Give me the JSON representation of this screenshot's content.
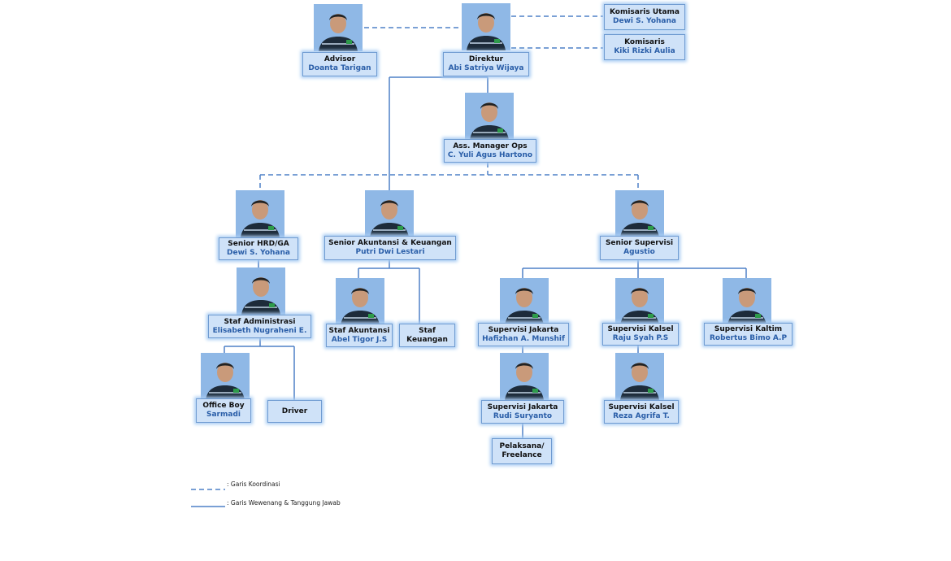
{
  "colors": {
    "line": "#4f81c7",
    "box_fill": "#cfe2f8",
    "box_glow": "#a9cdf3",
    "name_text": "#2a5ea8",
    "photo_bg": "#8fb8e6"
  },
  "nodes": {
    "advisor": {
      "title": "Advisor",
      "name": "Doanta Tarigan"
    },
    "direktur": {
      "title": "Direktur",
      "name": "Abi Satriya Wijaya"
    },
    "komisaris_utama": {
      "title": "Komisaris Utama",
      "name": "Dewi S. Yohana"
    },
    "komisaris": {
      "title": "Komisaris",
      "name": "Kiki Rizki Aulia"
    },
    "ass_manager": {
      "title": "Ass. Manager Ops",
      "name": "C. Yuli Agus Hartono"
    },
    "senior_hrd": {
      "title": "Senior HRD/GA",
      "name": "Dewi S. Yohana"
    },
    "senior_akuntansi": {
      "title": "Senior Akuntansi & Keuangan",
      "name": "Putri Dwi Lestari"
    },
    "senior_supervisi": {
      "title": "Senior Supervisi",
      "name": "Agustio"
    },
    "staf_administrasi": {
      "title": "Staf Administrasi",
      "name": "Elisabeth Nugraheni E."
    },
    "staf_akuntansi": {
      "title": "Staf Akuntansi",
      "name": "Abel Tigor J.S"
    },
    "staf_keuangan": {
      "title": "Staf\nKeuangan"
    },
    "office_boy": {
      "title": "Office Boy",
      "name": "Sarmadi"
    },
    "driver": {
      "title": "Driver"
    },
    "supervisi_jakarta_1": {
      "title": "Supervisi Jakarta",
      "name": "Hafizhan A. Munshif"
    },
    "supervisi_kalsel_1": {
      "title": "Supervisi Kalsel",
      "name": "Raju Syah P.S"
    },
    "supervisi_kaltim": {
      "title": "Supervisi Kaltim",
      "name": "Robertus Bimo A.P"
    },
    "supervisi_jakarta_2": {
      "title": "Supervisi Jakarta",
      "name": "Rudi Suryanto"
    },
    "supervisi_kalsel_2": {
      "title": "Supervisi Kalsel",
      "name": "Reza Agrifa T."
    },
    "pelaksana": {
      "title": "Pelaksana/\nFreelance"
    }
  },
  "legend": {
    "dashed": ": Garis Koordinasi",
    "solid": ": Garis Wewenang & Tanggung Jawab"
  }
}
